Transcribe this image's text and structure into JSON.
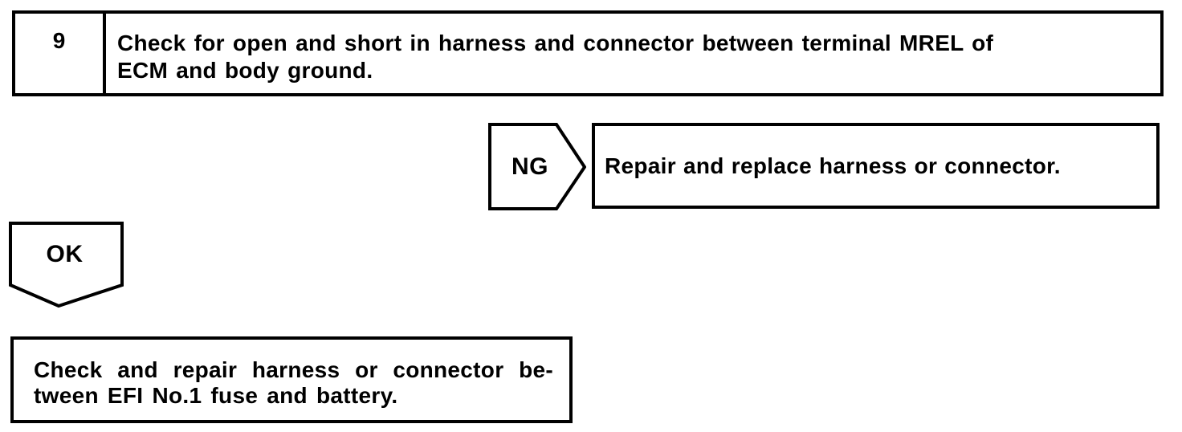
{
  "page": {
    "background_color": "#ffffff",
    "ink_color": "#000000"
  },
  "flowchart": {
    "step_box": {
      "number": "9",
      "instruction_lines": [
        "Check for open and short in harness and connector between terminal MREL of",
        "ECM and body ground."
      ]
    },
    "ng_branch": {
      "connector_label": "NG",
      "action": "Repair and replace harness or connector."
    },
    "ok_branch": {
      "connector_label": "OK",
      "action_lines": [
        "Check and repair harness or connector be-",
        "tween EFI No.1 fuse and battery."
      ]
    }
  }
}
